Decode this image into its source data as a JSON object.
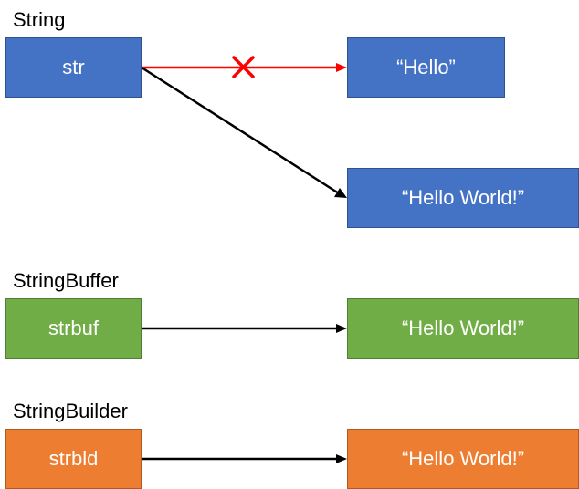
{
  "colors": {
    "string_fill": "#4472C4",
    "string_border": "#2F528F",
    "buffer_fill": "#70AD47",
    "buffer_border": "#507E32",
    "builder_fill": "#ED7D31",
    "builder_border": "#AE5A21",
    "arrow": "#000000",
    "broken_arrow": "#FF0000"
  },
  "string_section": {
    "label": "String",
    "variable": "str",
    "old_value": "“Hello”",
    "new_value": "“Hello World!”",
    "old_reference_state": "removed (red x)",
    "new_reference_state": "active"
  },
  "buffer_section": {
    "label": "StringBuffer",
    "variable": "strbuf",
    "value": "“Hello World!”"
  },
  "builder_section": {
    "label": "StringBuilder",
    "variable": "strbld",
    "value": "“Hello World!”"
  },
  "icons": {
    "removed_marker": "cross-icon"
  }
}
